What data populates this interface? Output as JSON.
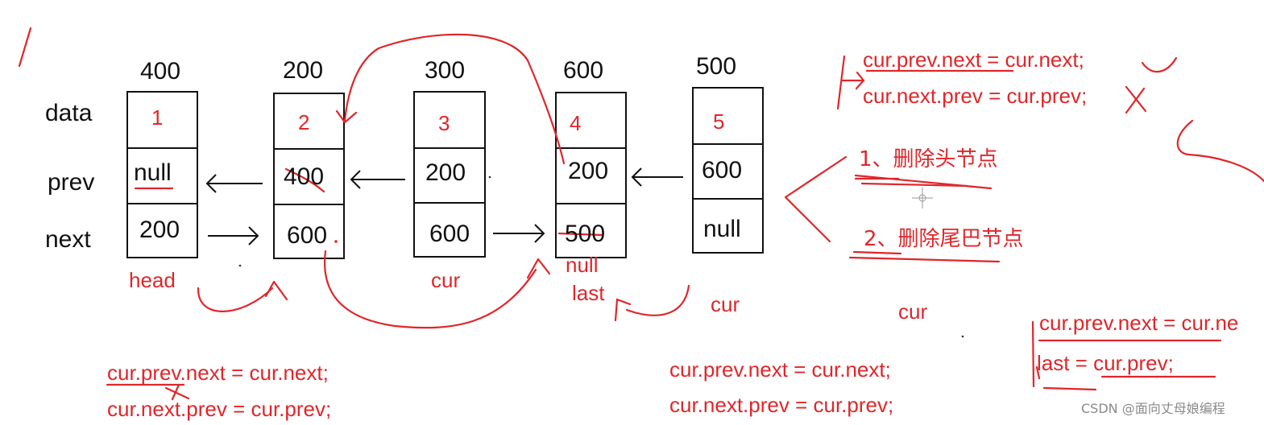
{
  "fields": {
    "data": "data",
    "prev": "prev",
    "next": "next"
  },
  "nodes": [
    {
      "addr": "400",
      "data": "1",
      "prev": "null",
      "next": "200"
    },
    {
      "addr": "200",
      "data": "2",
      "prev": "400",
      "next": "600"
    },
    {
      "addr": "300",
      "data": "3",
      "prev": "200",
      "next": "600"
    },
    {
      "addr": "600",
      "data": "4",
      "prev": "200",
      "next": "500"
    },
    {
      "addr": "500",
      "data": "5",
      "prev": "600",
      "next": "null"
    }
  ],
  "labels": {
    "head": "head",
    "cur_mid": "cur",
    "null_new": "null",
    "last": "last",
    "cur_right": "cur",
    "cur_far": "cur"
  },
  "code_bottom_left": {
    "line1": "cur.prev.next =  cur.next;",
    "line2": "cur.next.prev = cur.prev;"
  },
  "code_bottom_mid": {
    "line1": "cur.prev.next =  cur.next;",
    "line2": "cur.next.prev = cur.prev;"
  },
  "code_top_right": {
    "line1": "cur.prev.next =  cur.next;",
    "line2": "cur.next.prev = cur.prev;"
  },
  "cases": {
    "case1": "1、删除头节点",
    "case2": "2、删除尾巴节点"
  },
  "code_bottom_right": {
    "line1": "cur.prev.next = cur.ne",
    "line2": "last = cur.prev;"
  },
  "watermark": "CSDN @面向丈母娘编程",
  "colors": {
    "ink": "#111111",
    "annotation": "#e0262a"
  }
}
